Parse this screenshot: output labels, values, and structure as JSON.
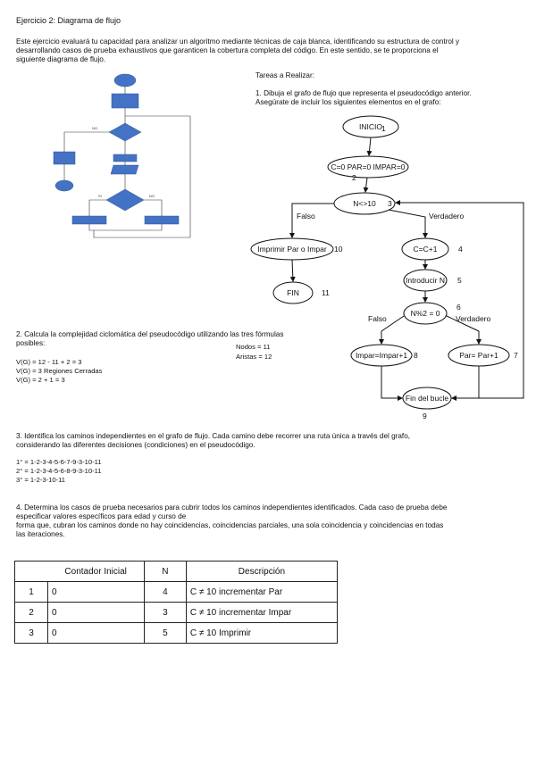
{
  "title": "Ejercicio 2: Diagrama de flujo",
  "intro": [
    "Este ejercicio evaluará tu capacidad para analizar un algoritmo mediante técnicas de caja blanca, identificando su estructura de control y",
    "desarrollando casos de prueba exhaustivos que garanticen la cobertura completa del código. En este sentido, se te proporciona el",
    "siguiente diagrama de flujo."
  ],
  "tasks_heading": "Tareas a Realizar:",
  "task1": [
    "1. Dibuja el grafo de flujo que representa el pseudocódigo anterior.",
    "Asegúrate de incluir los siguientes elementos en el grafo:"
  ],
  "flow_graph": {
    "nodes": {
      "inicio": "INICIO",
      "init": "C=0 PAR=0 IMPAR=0",
      "cond": "N<>10",
      "imprimir": "Imprimir Par o Impar",
      "cinc": "C=C+1",
      "fin": "FIN",
      "introducir": "Introducir N",
      "mod": "N%2 = 0",
      "impar": "Impar=Impar+1",
      "par": "Par= Par+1",
      "finbucle": "Fin del bucle"
    },
    "numbers": {
      "inicio": "1",
      "init": "2",
      "cond": "3",
      "imprimir": "10",
      "cinc": "4",
      "fin": "11",
      "introducir": "5",
      "mod": "6",
      "impar": "8",
      "par": "7",
      "finbucle": "9"
    },
    "labels": {
      "falso1": "Falso",
      "verdadero1": "Verdadero",
      "falso2": "Falso",
      "verdadero2": "Verdadero"
    }
  },
  "thumbnail": {
    "no": "NO",
    "si": "SI",
    "no2": "NO"
  },
  "task2": [
    "2. Calcula la complejidad ciclomática del pseudocódigo utilizando las tres fórmulas",
    "posibles:"
  ],
  "formulas": [
    "V(G) = 12 - 11 + 2 = 3",
    "V(G) = 3 Regiones Cerradas",
    "V(G) = 2 + 1 = 3"
  ],
  "counts": [
    "Nodos = 11",
    "Aristas = 12"
  ],
  "task3": [
    "3. Identifica los caminos independientes en el grafo de flujo. Cada camino debe recorrer una ruta única a través del grafo,",
    "considerando las diferentes decisiones (condiciones) en el pseudocódigo."
  ],
  "paths": [
    "1° = 1-2-3-4-5-6-7-9-3-10-11",
    "2° = 1-2-3-4-5-6-8-9-3-10-11",
    "3° = 1-2-3-10-11"
  ],
  "task4": [
    "4. Determina los casos de prueba necesarios para cubrir todos los caminos independientes identificados. Cada caso de prueba debe",
    "especificar valores específicos para edad y curso de",
    "forma que, cubran los caminos donde no hay coincidencias, coincidencias parciales, una sola coincidencia y coincidencias en todas",
    "las iteraciones."
  ],
  "table": {
    "headers": [
      "",
      "Contador Inicial",
      "N",
      "Descripción"
    ],
    "rows": [
      [
        "1",
        "0",
        "4",
        "C ≠ 10 incrementar Par"
      ],
      [
        "2",
        "0",
        "3",
        "C ≠ 10 incrementar Impar"
      ],
      [
        "3",
        "0",
        "5",
        "C ≠ 10 Imprimir"
      ]
    ]
  },
  "colors": {
    "thumb_blue": "#4472c4",
    "text": "#111111"
  }
}
